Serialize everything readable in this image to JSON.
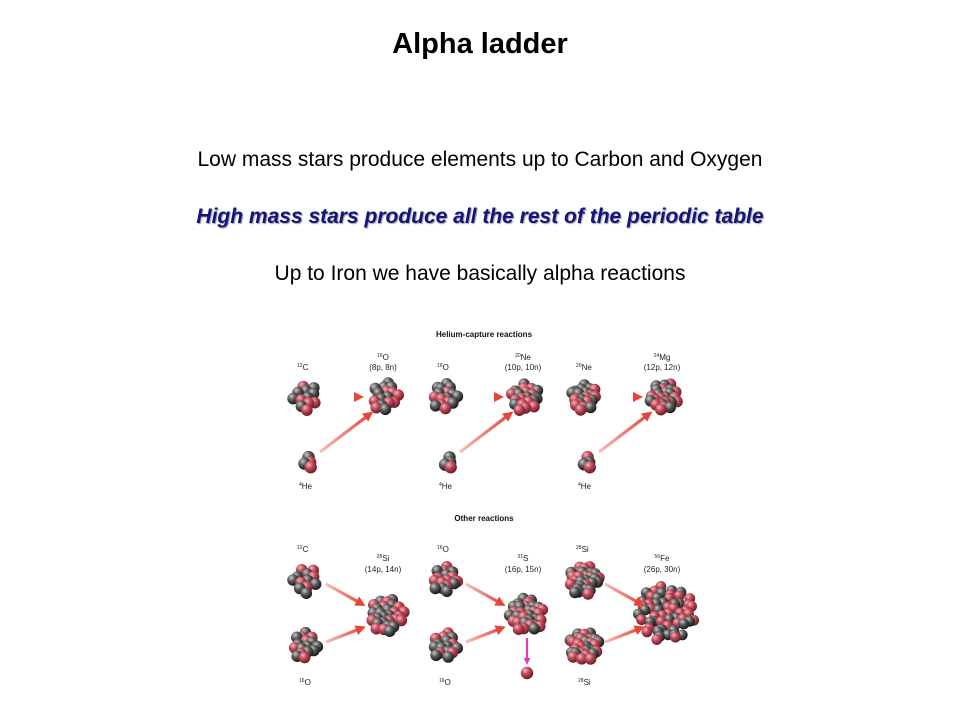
{
  "title": "Alpha ladder",
  "lines": [
    "Low mass stars produce elements up to Carbon and Oxygen",
    "High mass stars produce all the rest of the periodic table",
    "Up to Iron we have basically alpha reactions"
  ],
  "diagram": {
    "colors": {
      "proton": "#b03a48",
      "neutron": "#3c3c3c",
      "arrow": "#e8453a",
      "decay_arrow": "#e040b0"
    },
    "helium_capture": {
      "heading": "Helium-capture reactions",
      "reactions": [
        {
          "input": {
            "mass": "12",
            "sym": "C"
          },
          "second": {
            "mass": "4",
            "sym": "He"
          },
          "product": {
            "mass": "16",
            "sym": "O"
          },
          "composition": "(8p, 8n)"
        },
        {
          "input": {
            "mass": "16",
            "sym": "O"
          },
          "second": {
            "mass": "4",
            "sym": "He"
          },
          "product": {
            "mass": "20",
            "sym": "Ne"
          },
          "composition": "(10p, 10n)"
        },
        {
          "input": {
            "mass": "20",
            "sym": "Ne"
          },
          "second": {
            "mass": "4",
            "sym": "He"
          },
          "product": {
            "mass": "24",
            "sym": "Mg"
          },
          "composition": "(12p, 12n)"
        }
      ]
    },
    "other": {
      "heading": "Other reactions",
      "reactions": [
        {
          "input": {
            "mass": "12",
            "sym": "C"
          },
          "second": {
            "mass": "16",
            "sym": "O"
          },
          "product": {
            "mass": "28",
            "sym": "Si"
          },
          "composition": "(14p, 14n)"
        },
        {
          "input": {
            "mass": "16",
            "sym": "O"
          },
          "second": {
            "mass": "16",
            "sym": "O"
          },
          "product": {
            "mass": "31",
            "sym": "S"
          },
          "composition": "(16p, 15n)"
        },
        {
          "input": {
            "mass": "28",
            "sym": "Si"
          },
          "second": {
            "mass": "28",
            "sym": "Si"
          },
          "product": {
            "mass": "56",
            "sym": "Fe"
          },
          "composition": "(26p, 30n)"
        }
      ]
    }
  }
}
